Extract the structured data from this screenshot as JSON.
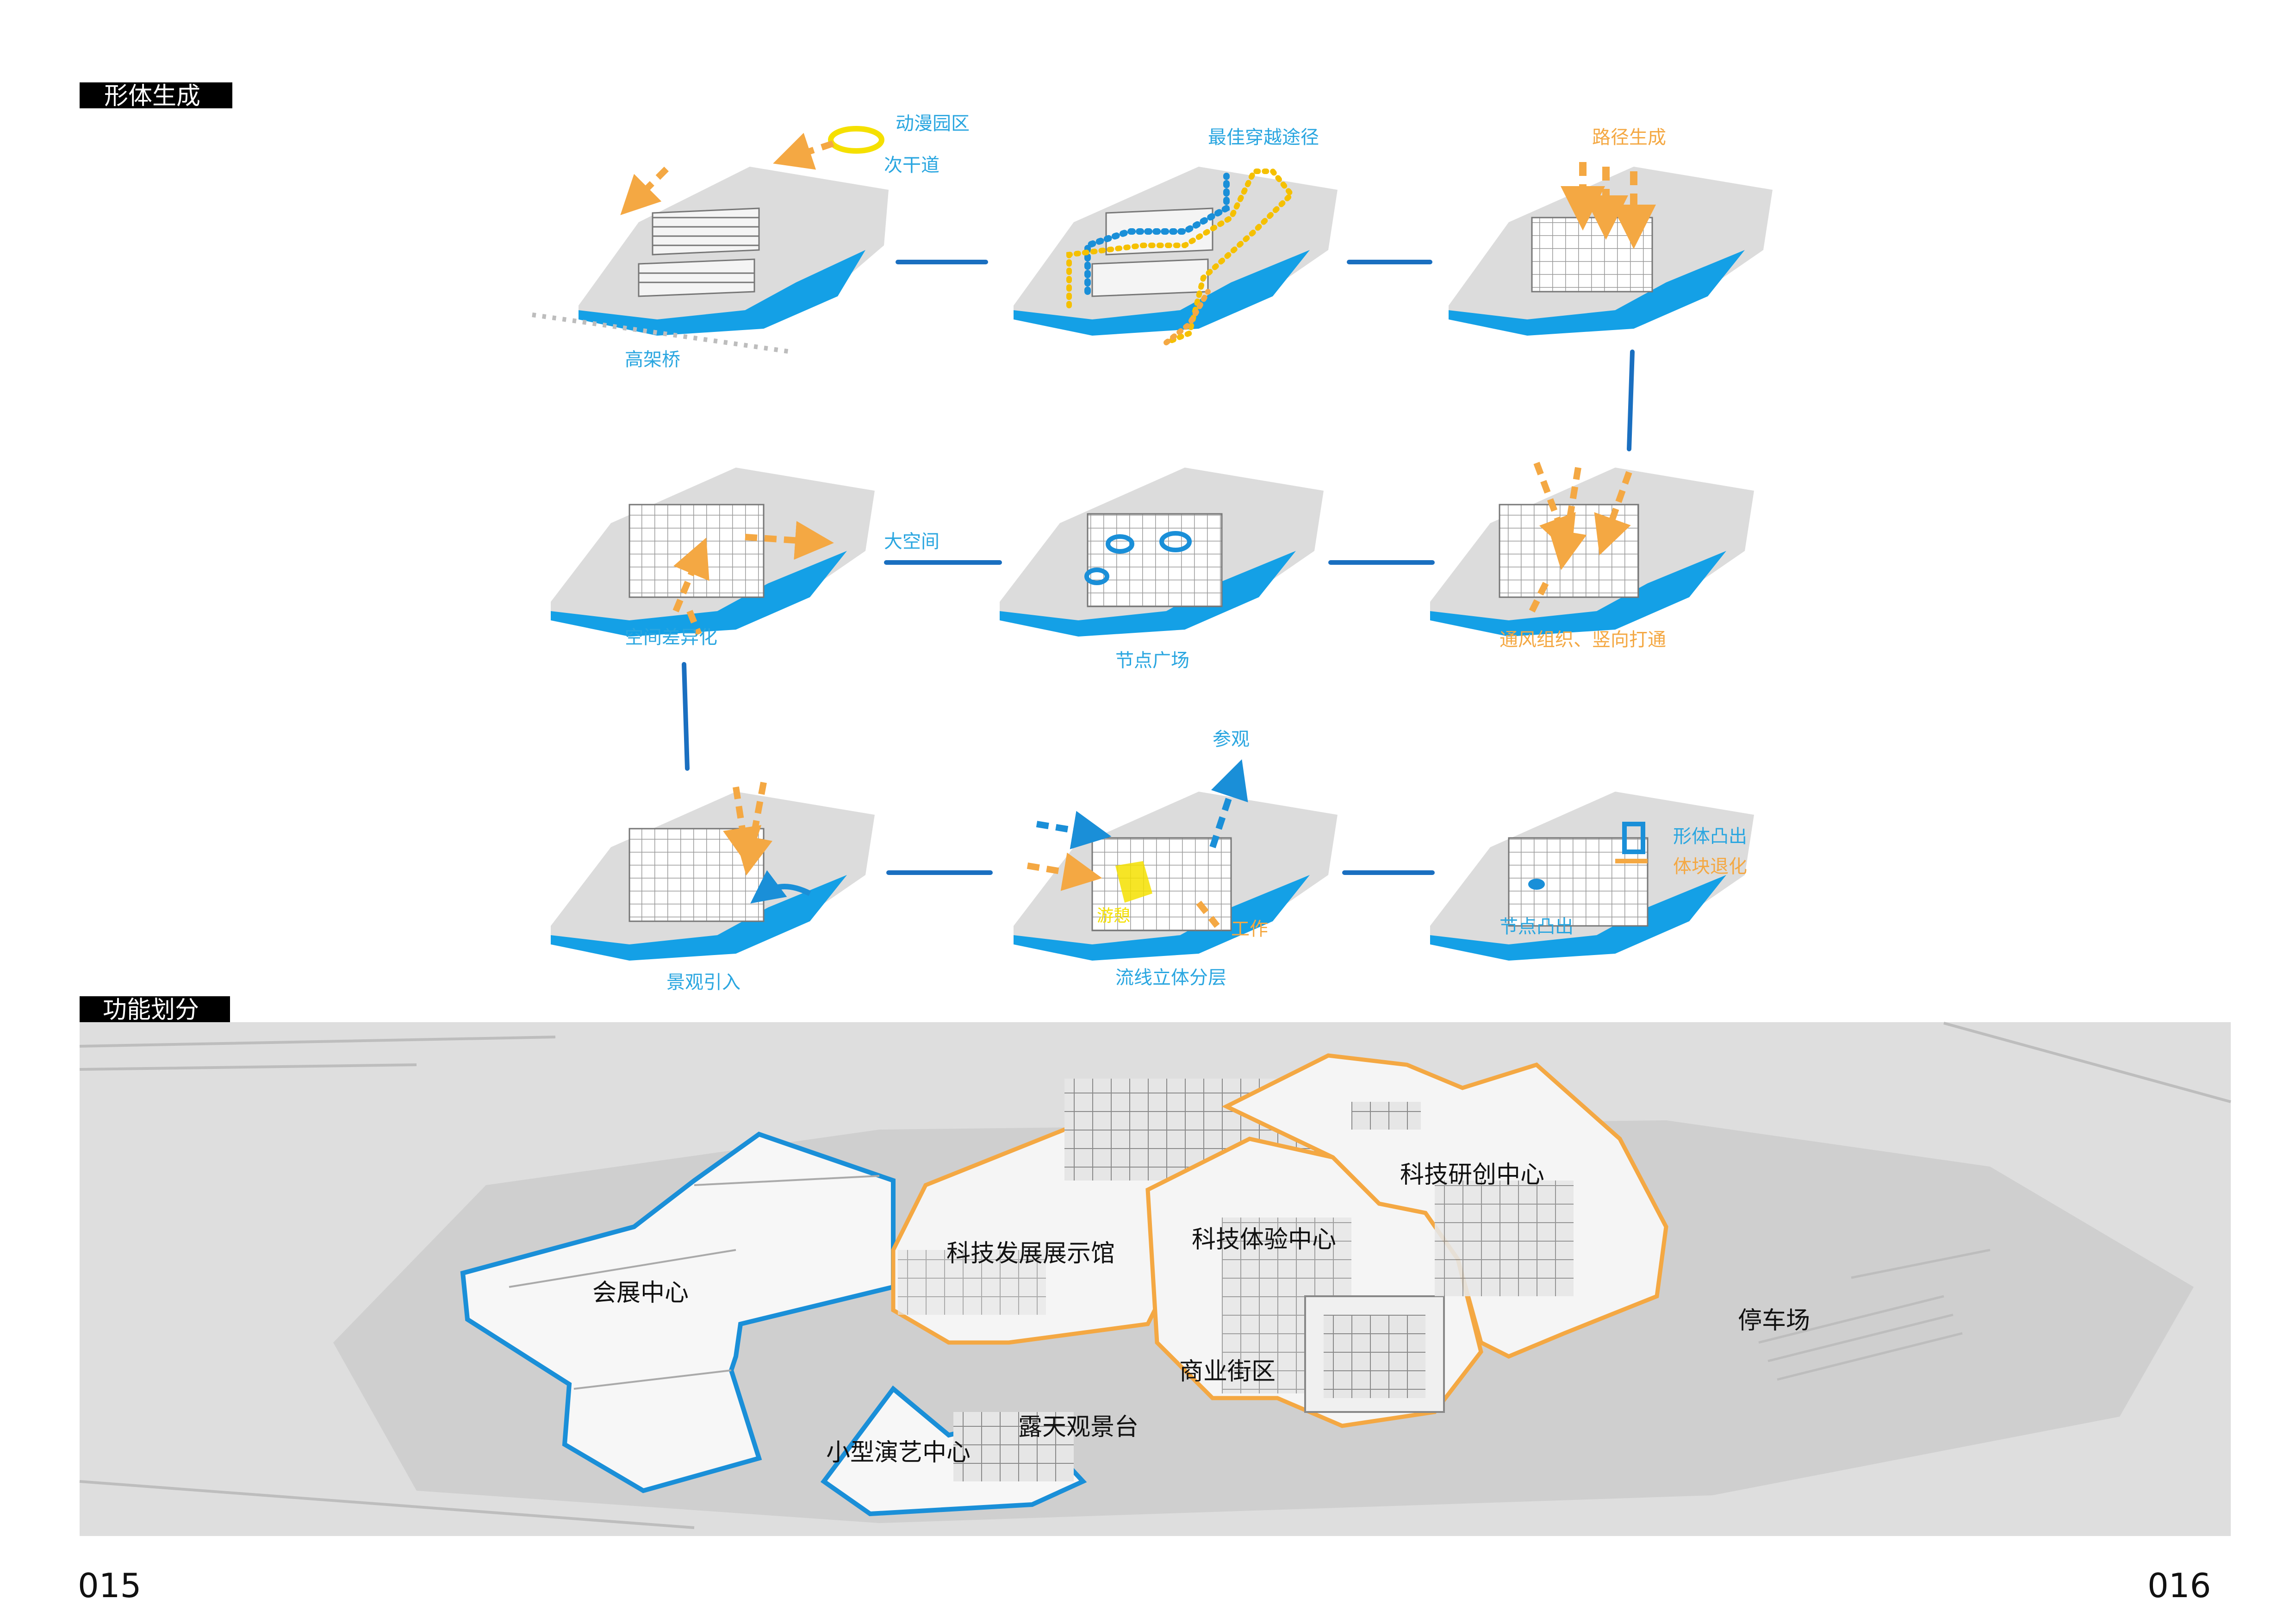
{
  "sections": {
    "form_generation": "形体生成",
    "function_division": "功能划分"
  },
  "colors": {
    "blue": "#2aa6e0",
    "orange": "#f4a843",
    "yellow": "#f5e000",
    "connector": "#1a6fc0",
    "ground": "#dcdcdc",
    "water": "#14a0e6"
  },
  "diagrams": {
    "d1": {
      "labels": [
        "动漫园区",
        "次干道",
        "高架桥"
      ]
    },
    "d2": {
      "labels": [
        "最佳穿越途径"
      ]
    },
    "d3": {
      "labels": [
        "路径生成"
      ]
    },
    "d4": {
      "labels": [
        "大空间",
        "空间差异化"
      ]
    },
    "d5": {
      "labels": [
        "节点广场"
      ]
    },
    "d6": {
      "labels": [
        "通风组织、竖向打通"
      ]
    },
    "d7": {
      "labels": [
        "景观引入"
      ]
    },
    "d8": {
      "labels": [
        "参观",
        "游憩",
        "工作",
        "流线立体分层"
      ]
    },
    "d9": {
      "labels": [
        "形体凸出",
        "体块退化",
        "节点凸出"
      ]
    }
  },
  "function_map": {
    "labels": [
      "会展中心",
      "科技发展展示馆",
      "科技体验中心",
      "科技研创中心",
      "商业街区",
      "小型演艺中心",
      "露天观景台",
      "停车场"
    ]
  },
  "page_numbers": {
    "left": "015",
    "right": "016"
  }
}
